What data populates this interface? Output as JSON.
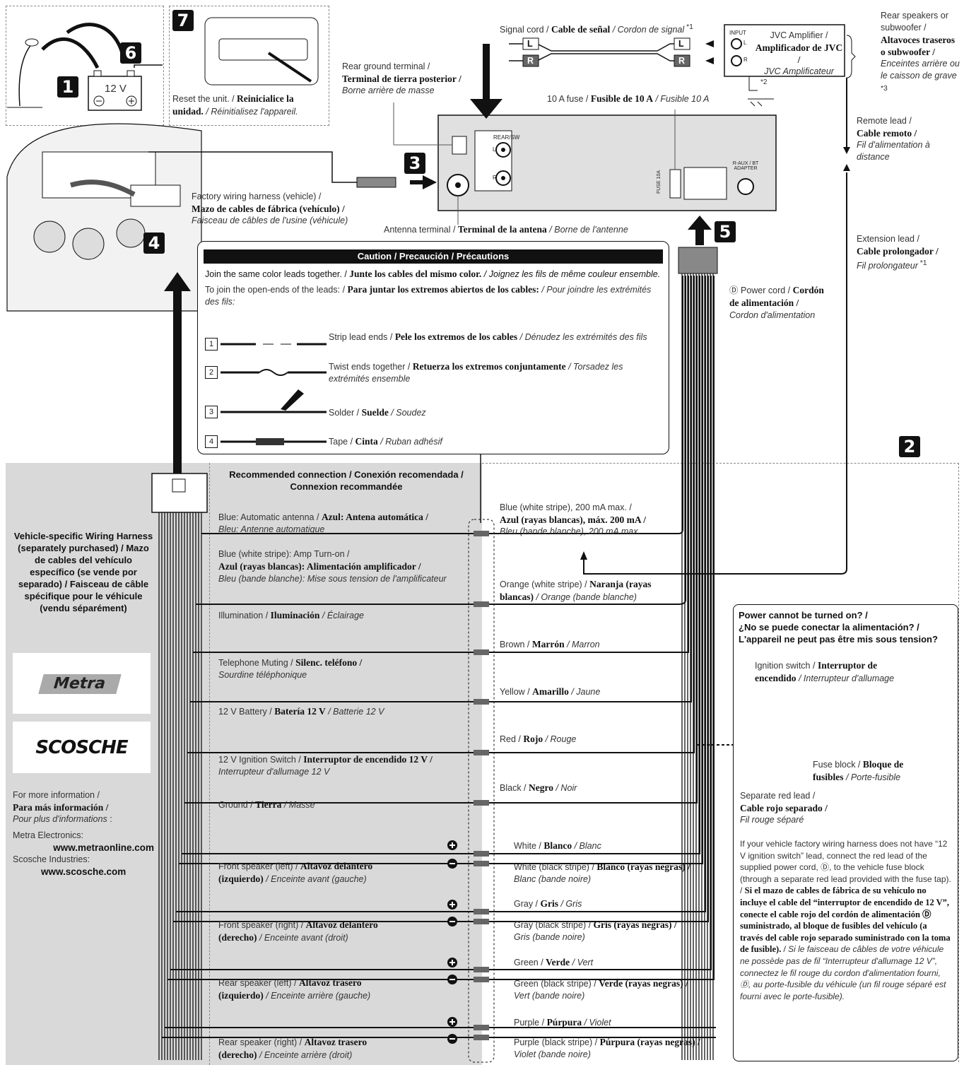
{
  "badges": [
    "1",
    "6",
    "7",
    "3",
    "4",
    "5",
    "2"
  ],
  "battery_label": "12 V",
  "reset": {
    "en": "Reset the unit. / ",
    "es": "Reinicialice la unidad.",
    "fr": " / Réinitialisez l'appareil."
  },
  "signal_cord": {
    "en": "Signal cord / ",
    "es": "Cable de señal",
    "fr": " / Cordon de signal",
    "note": " *1"
  },
  "connector_L": "L",
  "connector_R": "R",
  "amplifier": {
    "input": "INPUT",
    "en": "JVC Amplifier /",
    "es": "Amplificador de JVC /",
    "fr": "JVC Amplificateur",
    "L": "L",
    "R": "R"
  },
  "amp_ground_note": "*2",
  "rear_speakers": {
    "en": "Rear speakers or subwoofer /",
    "es": "Altavoces traseros o subwoofer /",
    "fr": "Enceintes arrière ou le caisson de grave",
    "note": " *3"
  },
  "remote_lead": {
    "en": "Remote lead /",
    "es": "Cable remoto /",
    "fr": "Fil d'alimentation à distance"
  },
  "extension_lead": {
    "en": "Extension lead /",
    "es": "Cable prolongador /",
    "fr": "Fil prolongateur",
    "note": " *1"
  },
  "rear_ground": {
    "en": "Rear ground terminal /",
    "es": "Terminal de tierra posterior /",
    "fr": "Borne arrière de masse"
  },
  "fuse_10a": {
    "en": "10 A fuse / ",
    "es": "Fusible de 10 A",
    "fr": " / Fusible 10 A"
  },
  "unit": {
    "rear_sw": "REAR/SW",
    "L": "L",
    "R": "R",
    "fuse": "FUSE 10A",
    "raux": "R-AUX / BT ADAPTER"
  },
  "factory_harness": {
    "en": "Factory wiring harness (vehicle) /",
    "es": "Mazo de cables de fábrica (vehículo) /",
    "fr": "Faisceau de câbles de l'usine (véhicule)"
  },
  "antenna_terminal": {
    "en": "Antenna terminal / ",
    "es": "Terminal de la antena",
    "fr": " / Borne de l'antenne"
  },
  "power_cord": {
    "mark": "Ⓓ",
    "en": " Power cord / ",
    "es": "Cordón de alimentación /",
    "fr": "Cordon d'alimentation"
  },
  "caution": {
    "title": "Caution / Precaución / Précautions",
    "join_en": "Join the same color leads together. / ",
    "join_es": "Junte los cables del mismo color.",
    "join_fr": " / Joignez les fils de même couleur ensemble.",
    "open_en": "To join the open-ends of the leads: / ",
    "open_es": "Para juntar los extremos abiertos de los cables:",
    "open_fr": " / Pour joindre les extrémités des fils:",
    "steps": [
      {
        "num": "1",
        "en": "Strip lead ends / ",
        "es": "Pele los extremos de los cables",
        "fr": " / Dénudez les extrémités des fils"
      },
      {
        "num": "2",
        "en": "Twist ends together / ",
        "es": "Retuerza los extremos conjuntamente",
        "fr": " / Torsadez les extrémités ensemble"
      },
      {
        "num": "3",
        "en": "Solder / ",
        "es": "Suelde",
        "fr": " / Soudez"
      },
      {
        "num": "4",
        "en": "Tape / ",
        "es": "Cinta",
        "fr": " / Ruban adhésif"
      }
    ]
  },
  "recommended": {
    "line1": "Recommended connection / Conexión recomendada /",
    "line2": "Connexion recommandée"
  },
  "vehicle_harness": "Vehicle-specific Wiring Harness (separately purchased) / Mazo de cables del vehículo específico (se vende por separado) / Faisceau de câble spécifique pour le véhicule (vendu séparément)",
  "metra_logo": "Metra",
  "scosche_logo": "SCOSCHE",
  "more_info": {
    "en": "For more information /",
    "es": "Para más información /",
    "fr": "Pour plus d'informations",
    "colon": " :",
    "metra": "Metra Electronics:",
    "metra_url": "www.metraonline.com",
    "scosche": "Scosche Industries:",
    "scosche_url": "www.scosche.com"
  },
  "connections": [
    {
      "en": "Blue: Automatic antenna / ",
      "es": "Azul: Antena automática /",
      "fr": "Bleu: Antenne automatique"
    },
    {
      "en": "Blue (white stripe): Amp Turn-on /",
      "es": "Azul (rayas blancas): Alimentación amplificador /",
      "fr": "Bleu (bande blanche): Mise sous tension de l'amplificateur"
    },
    {
      "en": "Illumination / ",
      "es": "Iluminación",
      "fr": " / Éclairage"
    },
    {
      "en": "Telephone Muting / ",
      "es": "Silenc. teléfono /",
      "fr": "Sourdine téléphonique"
    },
    {
      "en": "12 V Battery / ",
      "es": "Batería 12 V",
      "fr": " / Batterie 12 V"
    },
    {
      "en": "12 V Ignition Switch / ",
      "es": "Interruptor de encendido 12 V /",
      "fr": "Interrupteur d'allumage 12 V"
    },
    {
      "en": "Ground / ",
      "es": "Tierra",
      "fr": " / Masse"
    },
    {
      "en": "Front speaker (left) / ",
      "es": "Altavoz delantero (izquierdo)",
      "fr": " / Enceinte avant (gauche)"
    },
    {
      "en": "Front speaker (right) / ",
      "es": "Altavoz delantero (derecho)",
      "fr": " / Enceinte avant (droit)"
    },
    {
      "en": "Rear speaker (left) / ",
      "es": "Altavoz trasero (izquierdo)",
      "fr": " / Enceinte arrière (gauche)"
    },
    {
      "en": "Rear speaker (right) / ",
      "es": "Altavoz trasero (derecho)",
      "fr": " / Enceinte arrière (droit)"
    }
  ],
  "wires": [
    {
      "en": "Blue (white stripe), 200 mA max. /",
      "es": "Azul (rayas blancas), máx. 200 mA /",
      "fr": "Bleu (bande blanche), 200 mA max."
    },
    {
      "en": "Orange (white stripe) / ",
      "es": "Naranja (rayas blancas)",
      "fr": " / Orange (bande blanche)"
    },
    {
      "en": "Brown / ",
      "es": "Marrón",
      "fr": " / Marron"
    },
    {
      "en": "Yellow / ",
      "es": "Amarillo",
      "fr": " / Jaune"
    },
    {
      "en": "Red / ",
      "es": "Rojo",
      "fr": " / Rouge"
    },
    {
      "en": "Black / ",
      "es": "Negro",
      "fr": " / Noir"
    },
    {
      "en": "White / ",
      "es": "Blanco",
      "fr": " / Blanc"
    },
    {
      "en": "White (black stripe) / ",
      "es": "Blanco (rayas negras) /",
      "fr": "Blanc (bande noire)"
    },
    {
      "en": "Gray / ",
      "es": "Gris",
      "fr": " / Gris"
    },
    {
      "en": "Gray (black stripe) / ",
      "es": "Gris (rayas negras) /",
      "fr": "Gris (bande noire)"
    },
    {
      "en": "Green / ",
      "es": "Verde",
      "fr": " / Vert"
    },
    {
      "en": "Green (black stripe) / ",
      "es": "Verde (rayas negras) /",
      "fr": "Vert (bande noire)"
    },
    {
      "en": "Purple / ",
      "es": "Púrpura",
      "fr": " / Violet"
    },
    {
      "en": "Purple (black stripe) / ",
      "es": "Púrpura (rayas negras) /",
      "fr": "Violet (bande noire)"
    }
  ],
  "power_help": {
    "title1": "Power cannot be turned on? /",
    "title2": "¿No se puede conectar la alimentación? /",
    "title3": "L'appareil ne peut pas être mis sous tension?",
    "ign_en": "Ignition switch / ",
    "ign_es": "Interruptor de encendido",
    "ign_fr": " / Interrupteur d'allumage",
    "fuse_en": "Fuse block / ",
    "fuse_es": "Bloque de fusibles",
    "fuse_fr": " / Porte-fusible",
    "sep_en": "Separate red lead /",
    "sep_es": "Cable rojo separado /",
    "sep_fr": "Fil rouge séparé",
    "body_en": "If your vehicle factory wiring harness does not have “12 V ignition switch” lead, connect the red lead of the supplied power cord, Ⓓ, to the vehicle fuse block (through a separate red lead provided with the fuse tap). / ",
    "body_es": "Si el mazo de cables de fábrica de su vehículo no incluye el cable del “interruptor de encendido de 12 V”, conecte el cable rojo del cordón de alimentación Ⓓ suministrado, al bloque de fusibles del vehículo (a través del cable rojo separado suministrado con la toma de fusible). / ",
    "body_fr": "Si le faisceau de câbles de votre véhicule ne possède pas de fil “Interrupteur d'allumage 12 V”, connectez le fil rouge du cordon d'alimentation fourni, Ⓓ, au porte-fusible du véhicule (un fil rouge séparé est fourni avec le porte-fusible)."
  },
  "colors": {
    "panel": "#d9d9d9",
    "ink": "#111111",
    "text": "#333333"
  }
}
